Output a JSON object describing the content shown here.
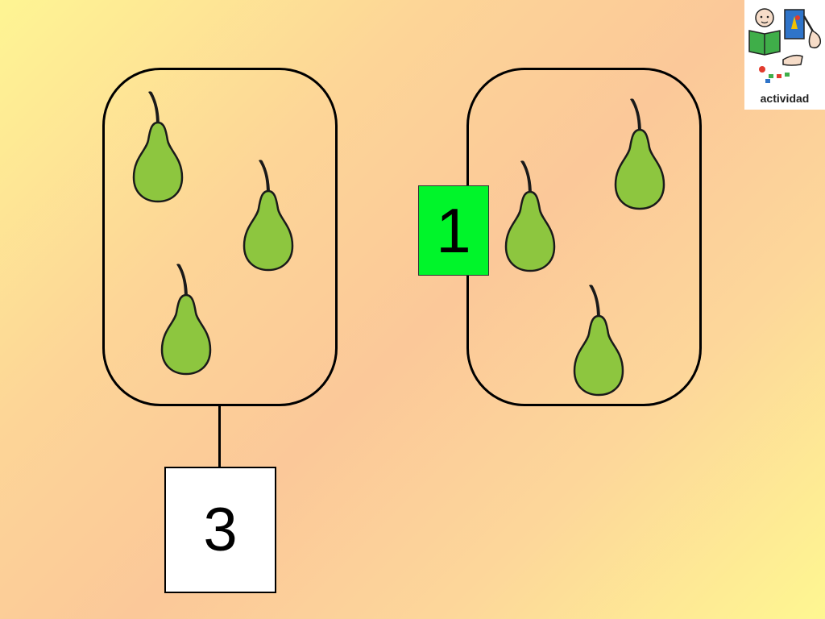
{
  "colors": {
    "pear_fill": "#8dc63f",
    "pear_stroke": "#1a1a1a",
    "tile_fill": "#00f52a",
    "answer_fill": "#ffffff"
  },
  "answer_box": {
    "value": "3"
  },
  "number_tile": {
    "value": "1"
  },
  "sets": [
    {
      "name": "left-set",
      "pear_count": 3
    },
    {
      "name": "right-set",
      "pear_count": 3
    }
  ],
  "activity_badge": {
    "label": "actividad",
    "icon": "activity-pictogram-icon"
  }
}
